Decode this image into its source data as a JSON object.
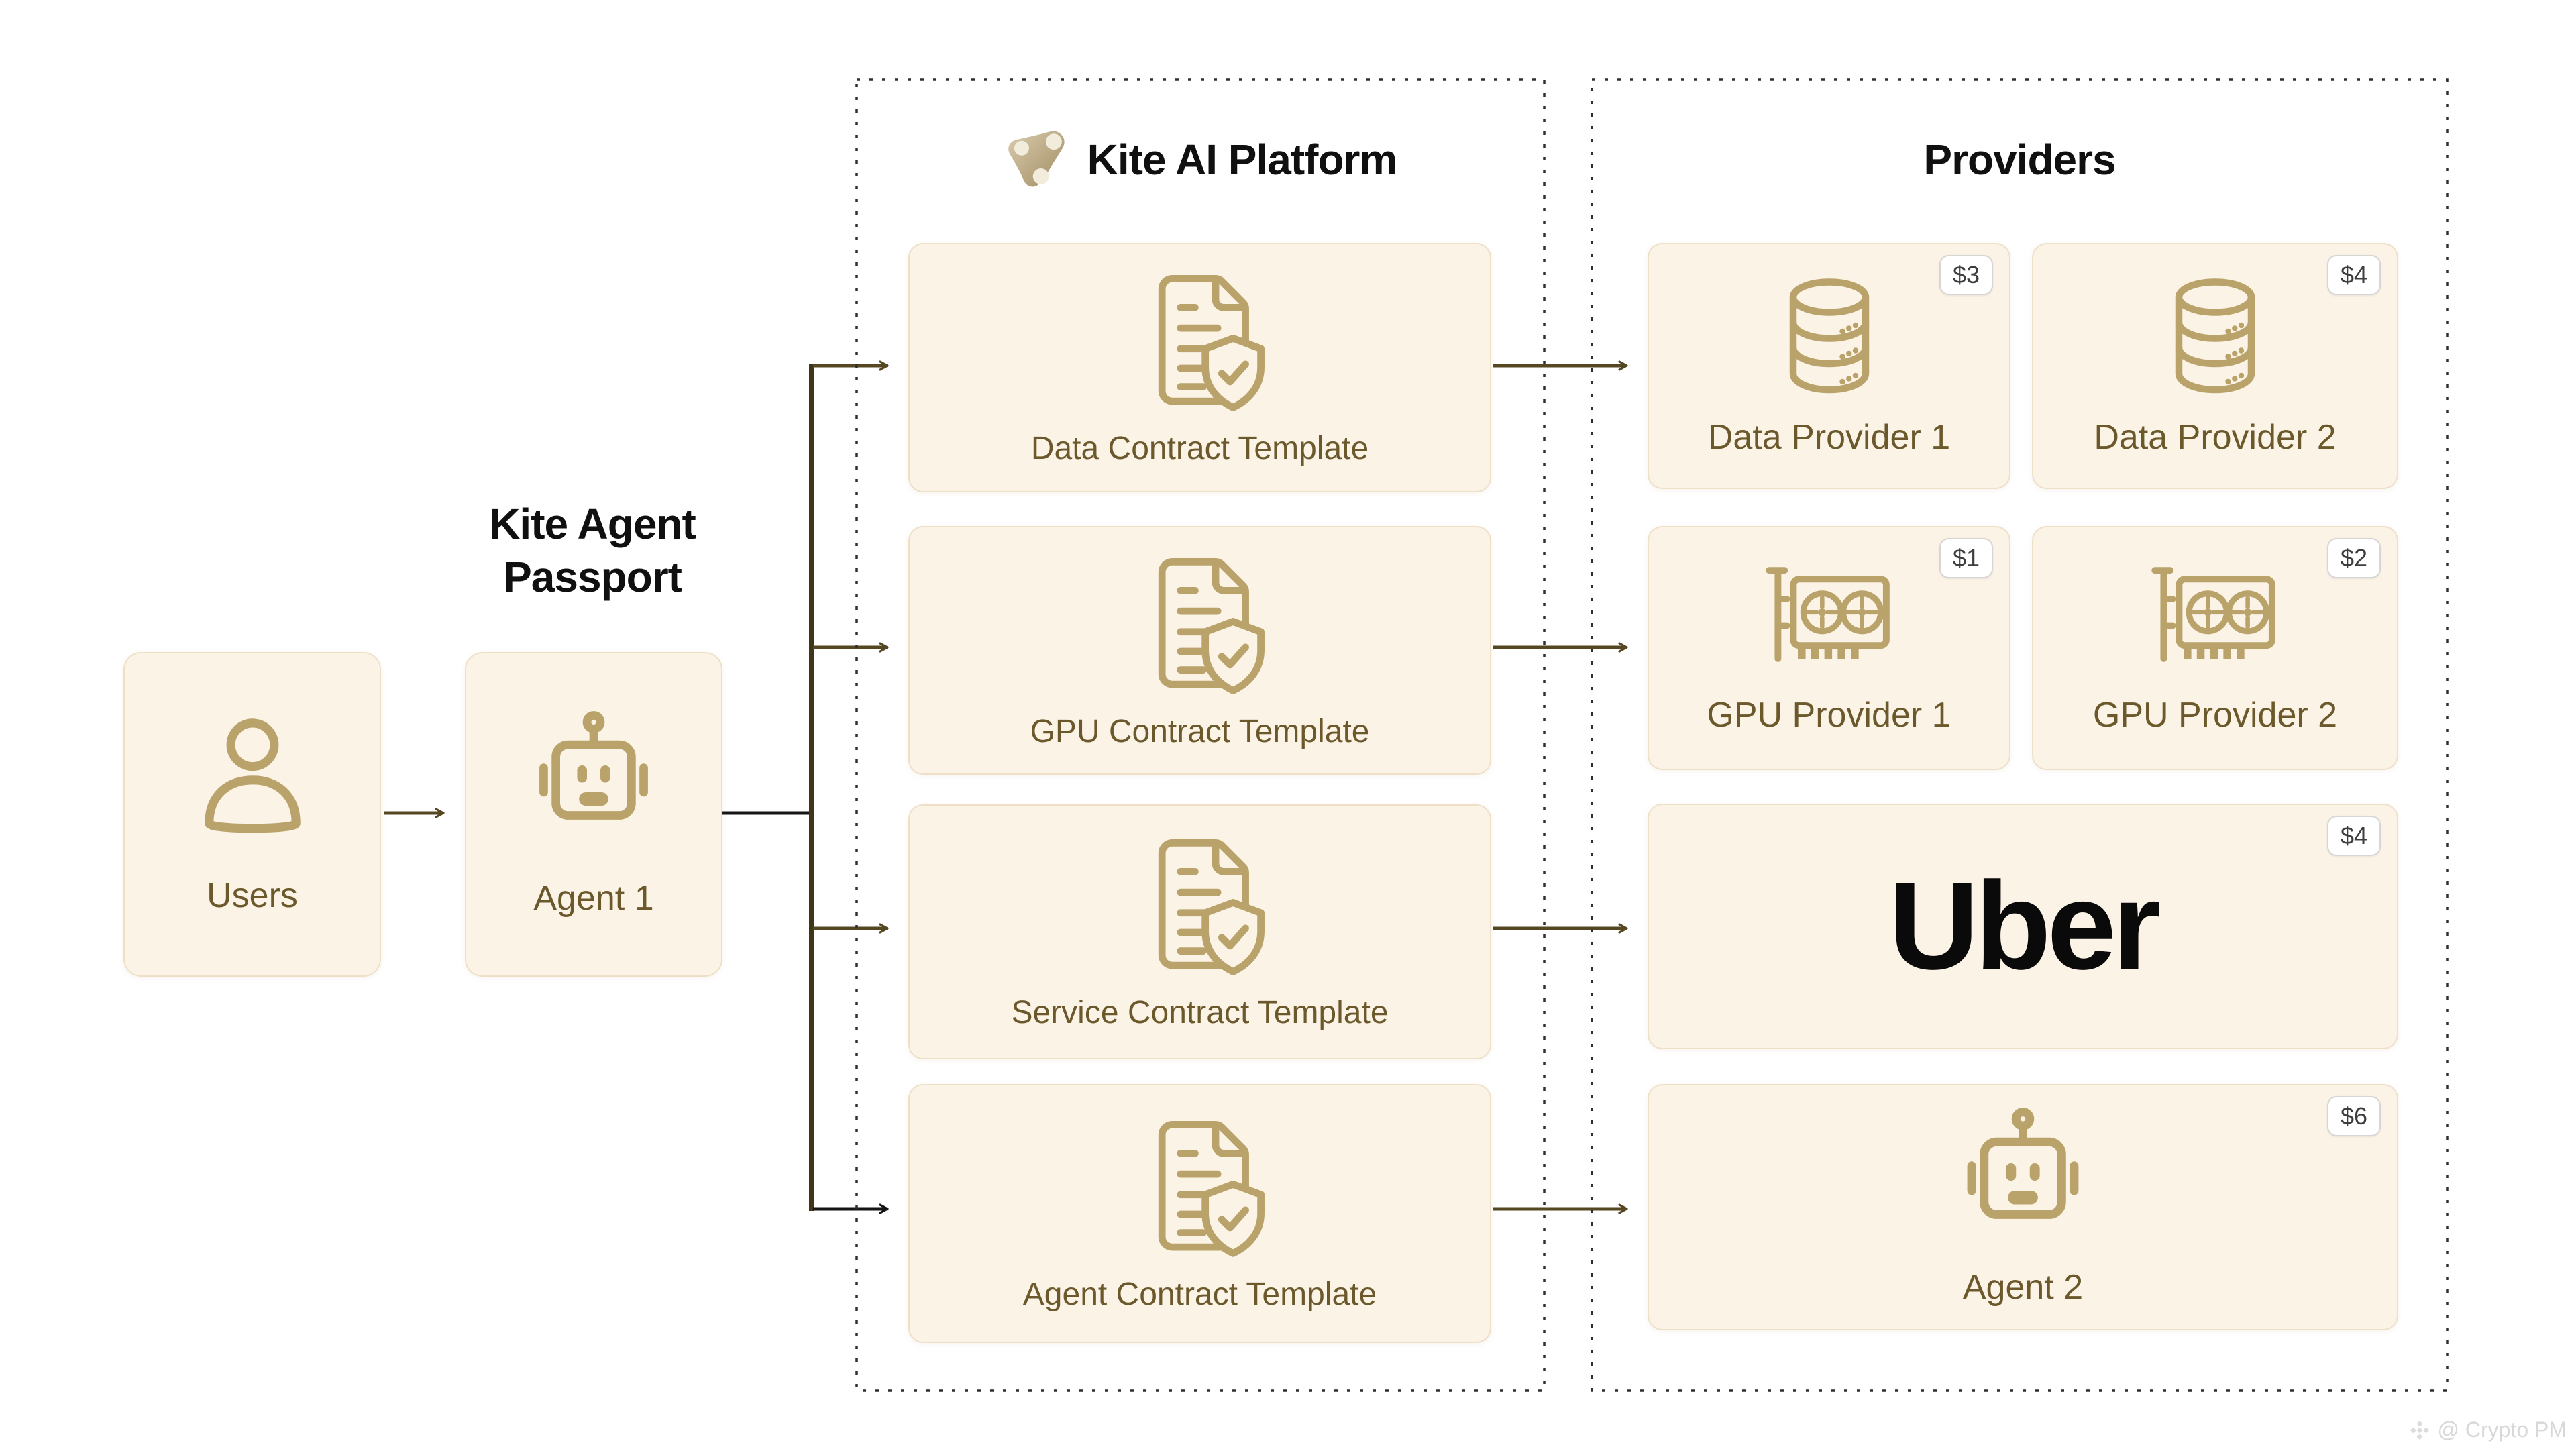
{
  "passport": {
    "title": "Kite Agent Passport"
  },
  "users_card": {
    "label": "Users",
    "icon": "person-icon"
  },
  "agent1_card": {
    "label": "Agent 1",
    "icon": "robot-icon"
  },
  "platform": {
    "title": "Kite AI Platform",
    "logo_icon": "kite-logo",
    "templates": [
      {
        "label": "Data Contract Template",
        "icon": "contract-shield-icon"
      },
      {
        "label": "GPU Contract Template",
        "icon": "contract-shield-icon"
      },
      {
        "label": "Service Contract Template",
        "icon": "contract-shield-icon"
      },
      {
        "label": "Agent Contract Template",
        "icon": "contract-shield-icon"
      }
    ]
  },
  "providers": {
    "title": "Providers",
    "cards": [
      {
        "label": "Data Provider 1",
        "price": "$3",
        "icon": "database-icon",
        "layout": "half"
      },
      {
        "label": "Data Provider 2",
        "price": "$4",
        "icon": "database-icon",
        "layout": "half"
      },
      {
        "label": "GPU Provider 1",
        "price": "$1",
        "icon": "gpu-icon",
        "layout": "half"
      },
      {
        "label": "GPU Provider 2",
        "price": "$2",
        "icon": "gpu-icon",
        "layout": "half"
      },
      {
        "label": "Uber",
        "price": "$4",
        "icon": "uber-wordmark",
        "layout": "full"
      },
      {
        "label": "Agent 2",
        "price": "$6",
        "icon": "robot-icon",
        "layout": "full"
      }
    ]
  },
  "watermark": {
    "text": "@ Crypto PM",
    "icon": "binance-diamond-icon"
  },
  "colors": {
    "card_bg": "#fcf3e7",
    "card_border": "#eee0c7",
    "icon_gold": "#b9a36a",
    "label_brown": "#6b592c",
    "arrow_olive": "#564723",
    "trunk_brown": "#3f3519",
    "arrow_black": "#141414",
    "dotted_border": "#2e2e2e",
    "badge_text": "#3d3d3d",
    "watermark_gray": "#d8d8d8"
  }
}
